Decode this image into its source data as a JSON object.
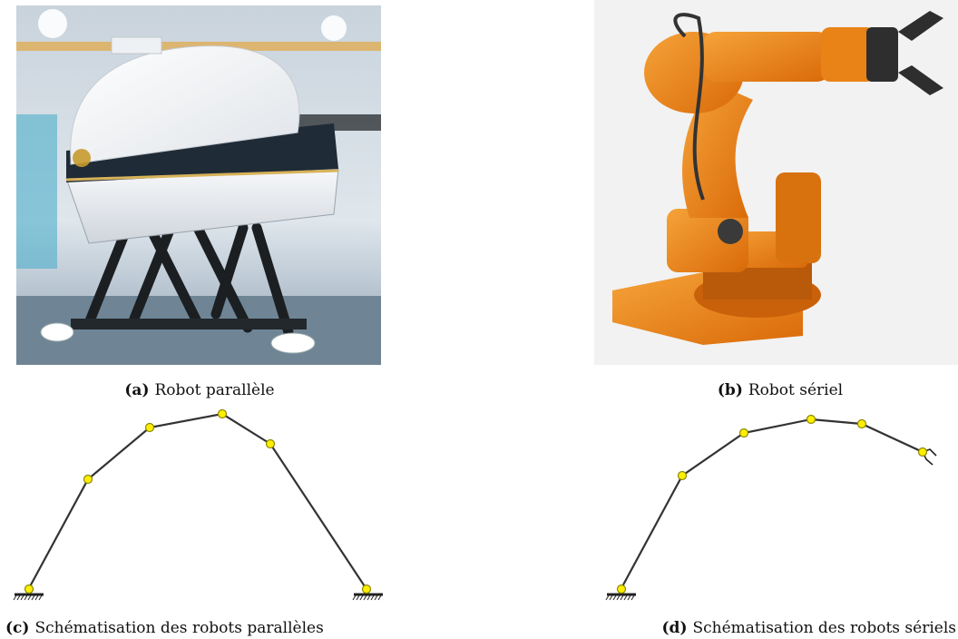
{
  "figure": {
    "panels": [
      {
        "id": "a",
        "label": "(a)",
        "caption": "Robot parallèle"
      },
      {
        "id": "b",
        "label": "(b)",
        "caption": "Robot sériel"
      },
      {
        "id": "c",
        "label": "(c)",
        "caption": "Schématisation des robots parallèles"
      },
      {
        "id": "d",
        "label": "(d)",
        "caption": "Schématisation des robots sériels"
      }
    ]
  },
  "colors": {
    "joint_fill": "#ffee00",
    "joint_stroke": "#8a8a00",
    "link_stroke": "#333333",
    "robot_orange": "#e87d10",
    "simulator_white": "#f4f6f8"
  }
}
